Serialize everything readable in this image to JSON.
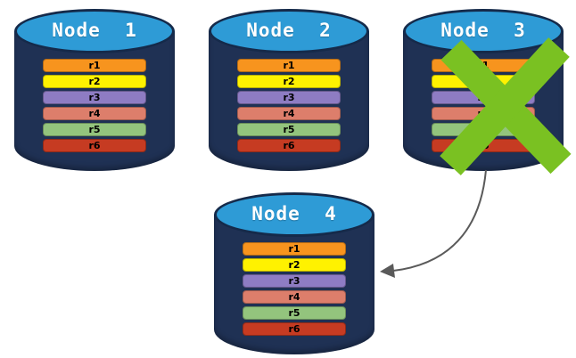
{
  "colors": {
    "cylinder_body": "#1F3154",
    "cylinder_outline": "#152A4A",
    "cylinder_top": "#2E9BD6",
    "node_title_text": "#FFFFFF",
    "record_text": "#000000",
    "failure_x": "#7AC122",
    "arrow": "#5A5A5A"
  },
  "record_colors": {
    "r1": "#F7941E",
    "r2": "#FFF200",
    "r3": "#8E7CC3",
    "r4": "#DD7E6B",
    "r5": "#93C47D",
    "r6": "#C63B22"
  },
  "nodes": [
    {
      "id": "node-1",
      "title": "Node  1",
      "failed": false,
      "records": [
        "r1",
        "r2",
        "r3",
        "r4",
        "r5",
        "r6"
      ]
    },
    {
      "id": "node-2",
      "title": "Node  2",
      "failed": false,
      "records": [
        "r1",
        "r2",
        "r3",
        "r4",
        "r5",
        "r6"
      ]
    },
    {
      "id": "node-3",
      "title": "Node  3",
      "failed": true,
      "records": [
        "r1",
        "r2",
        "r3",
        "r4",
        "r5",
        "r6"
      ]
    },
    {
      "id": "node-4",
      "title": "Node  4",
      "failed": false,
      "records": [
        "r1",
        "r2",
        "r3",
        "r4",
        "r5",
        "r6"
      ]
    }
  ],
  "arrow": {
    "from": "node-3",
    "to": "node-4"
  }
}
